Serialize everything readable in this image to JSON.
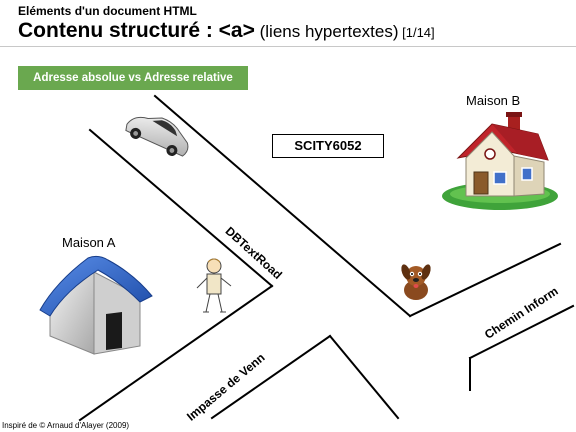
{
  "slide": {
    "pre_title": "Eléments d'un document HTML",
    "title_strong": "Contenu structuré : <a>",
    "title_light": " (liens hypertextes)",
    "title_page": " [1/14]"
  },
  "badge": {
    "label": "Adresse absolue vs Adresse relative"
  },
  "code_box": {
    "label": "SCITY6052"
  },
  "houses": {
    "a_label": "Maison A",
    "b_label": "Maison B"
  },
  "roads": {
    "main": "DBTextRoad",
    "impasse": "Impasse de Venn",
    "chemin": "Chemin Inform"
  },
  "credit": "Inspiré de © Arnaud d'Alayer (2009)",
  "colors": {
    "badge": "#6aa84f",
    "house_a_roof": "#2f66c4",
    "house_b_roof": "#c0242b",
    "grass": "#3fa33a",
    "dog": "#8a4a1f"
  },
  "icons": [
    "car-icon",
    "house-a-icon",
    "house-b-icon",
    "person-icon",
    "dog-icon"
  ]
}
